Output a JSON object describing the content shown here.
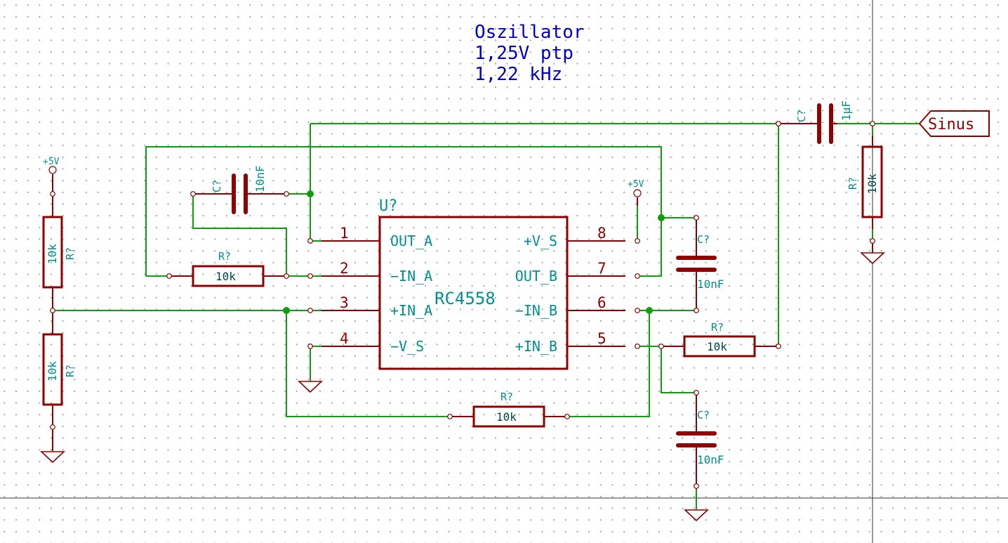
{
  "title_lines": [
    "Oszillator",
    "1,25V ptp",
    "1,22 kHz"
  ],
  "ic": {
    "ref": "U?",
    "value": "RC4558",
    "pins": [
      {
        "num": "1",
        "name": "OUT_A"
      },
      {
        "num": "2",
        "name": "−IN_A"
      },
      {
        "num": "3",
        "name": "+IN_A"
      },
      {
        "num": "4",
        "name": "−V_S"
      },
      {
        "num": "8",
        "name": "+V_S"
      },
      {
        "num": "7",
        "name": "OUT_B"
      },
      {
        "num": "6",
        "name": "−IN_B"
      },
      {
        "num": "5",
        "name": "+IN_B"
      }
    ]
  },
  "resistors": [
    {
      "id": "r-div-top",
      "ref": "R?",
      "value": "10k"
    },
    {
      "id": "r-div-bottom",
      "ref": "R?",
      "value": "10k"
    },
    {
      "id": "r-feedback-a",
      "ref": "R?",
      "value": "10k"
    },
    {
      "id": "r-input-b",
      "ref": "R?",
      "value": "10k"
    },
    {
      "id": "r-bottom",
      "ref": "R?",
      "value": "10k"
    },
    {
      "id": "r-output",
      "ref": "R?",
      "value": "10k"
    }
  ],
  "capacitors": [
    {
      "id": "c-top-left",
      "ref": "C?",
      "value": "10nF"
    },
    {
      "id": "c-out-b",
      "ref": "C?",
      "value": "10nF"
    },
    {
      "id": "c-in-b",
      "ref": "C?",
      "value": "10nF"
    },
    {
      "id": "c-coupling",
      "ref": "C?",
      "value": "1µF"
    }
  ],
  "power": [
    {
      "id": "pwr-left",
      "label": "+5V"
    },
    {
      "id": "pwr-ic",
      "label": "+5V"
    }
  ],
  "net_label": "Sinus",
  "colors": {
    "wire": "#0ca00c",
    "component": "#900000",
    "text": "#009090",
    "title": "#0000c8"
  }
}
